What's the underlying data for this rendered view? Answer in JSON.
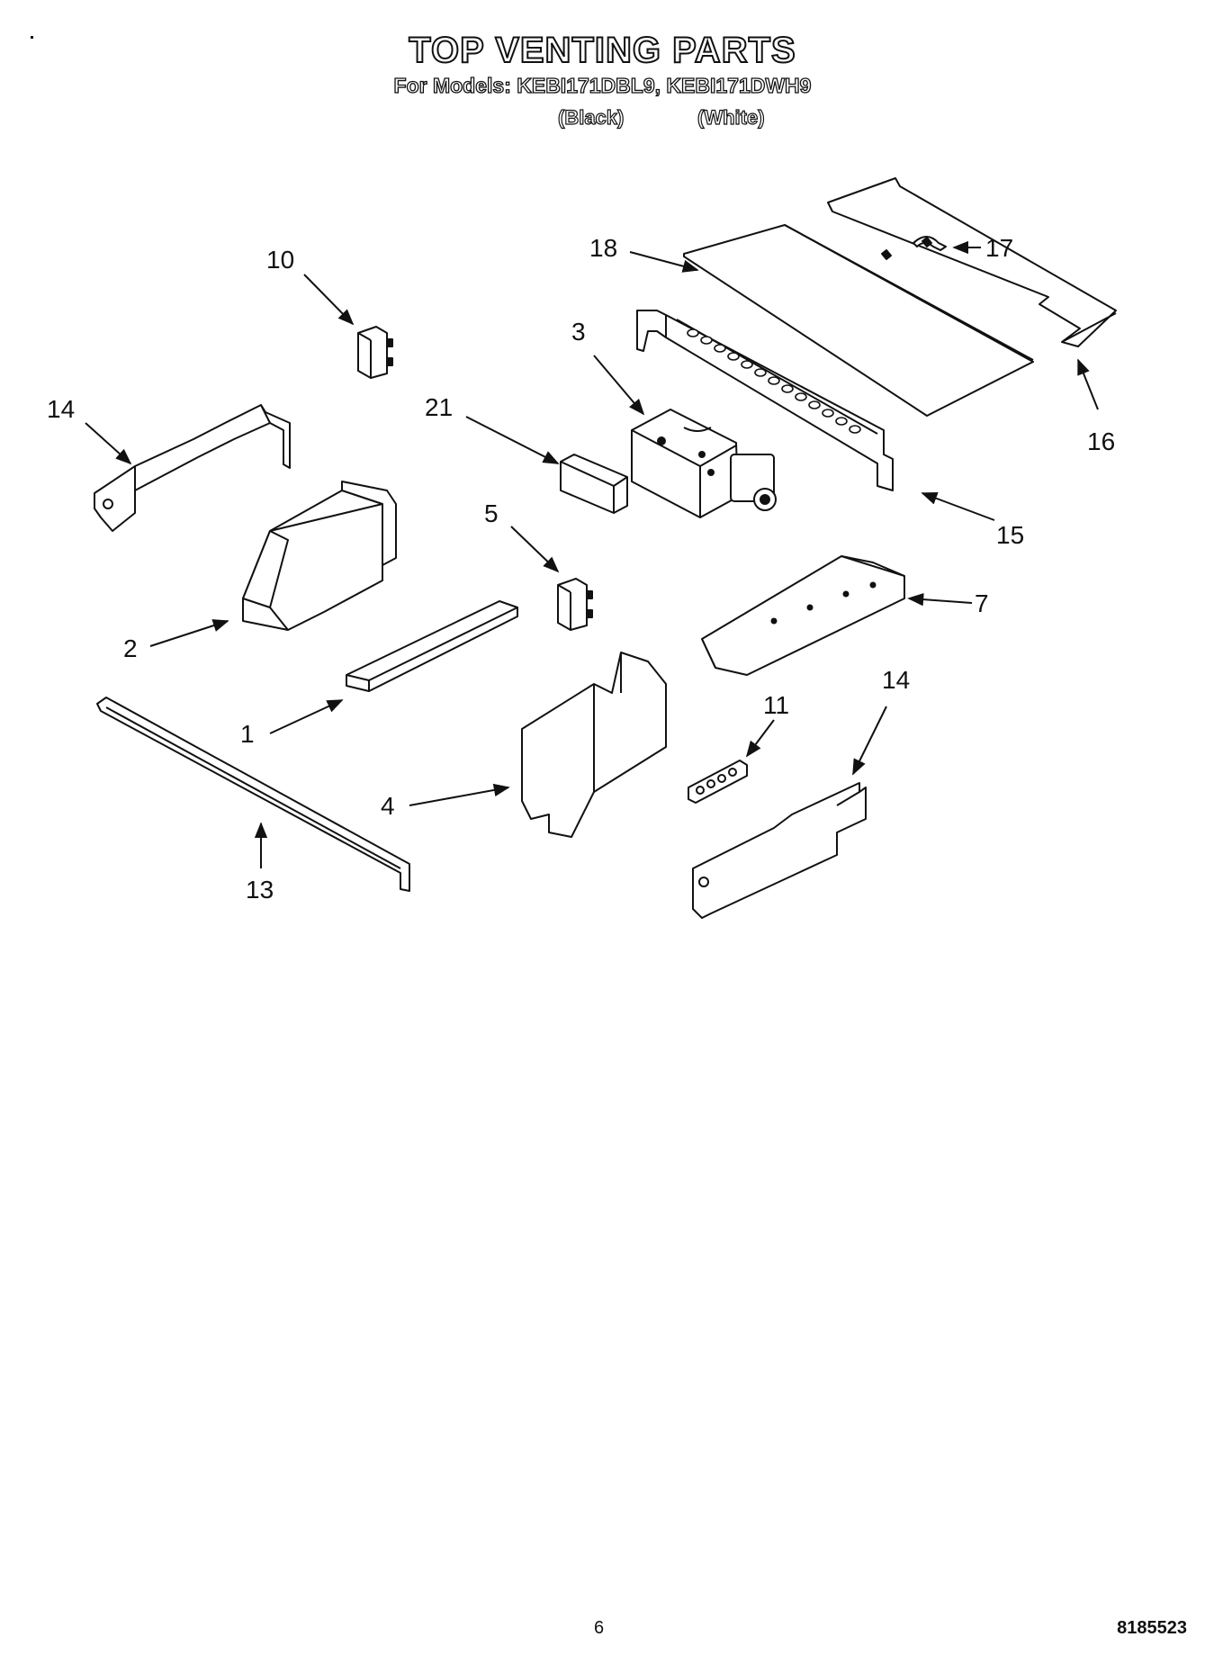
{
  "header": {
    "title": "TOP VENTING PARTS",
    "models_line": "For Models: KEBI171DBL9, KEBI171DWH9",
    "variant_black": "(Black)",
    "variant_white": "(White)"
  },
  "callouts": {
    "c1": "1",
    "c2": "2",
    "c3": "3",
    "c4": "4",
    "c5": "5",
    "c7": "7",
    "c10": "10",
    "c11": "11",
    "c13": "13",
    "c14a": "14",
    "c14b": "14",
    "c15": "15",
    "c16": "16",
    "c17": "17",
    "c18": "18",
    "c21": "21"
  },
  "footer": {
    "page_number": "6",
    "doc_number": "8185523"
  }
}
